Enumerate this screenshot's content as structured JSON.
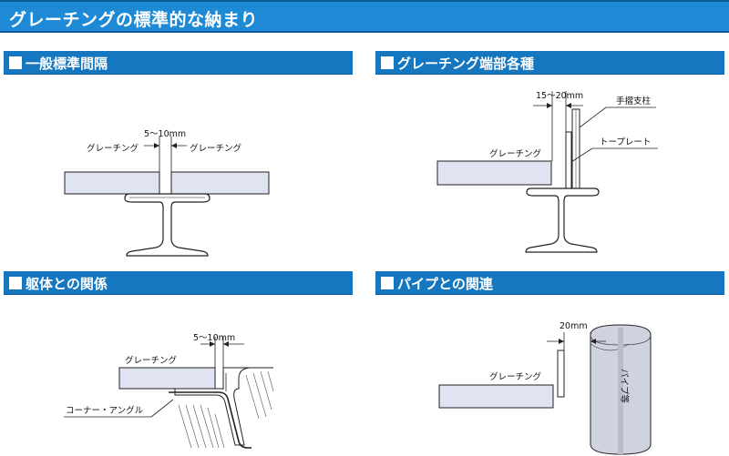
{
  "title": "グレーチングの標準的な納まり",
  "sections": {
    "general": {
      "heading": "一般標準間隔",
      "gap_label": "5～10mm",
      "left_label": "グレーチング",
      "right_label": "グレーチング"
    },
    "ends": {
      "heading": "グレーチング端部各種",
      "gap_label": "15～20mm",
      "post_label": "手摺支柱",
      "toe_plate_label": "トープレート",
      "grating_label": "グレーチング"
    },
    "body": {
      "heading": "躯体との関係",
      "gap_label": "5～10mm",
      "grating_label": "グレーチング",
      "angle_label": "コーナー・アングル"
    },
    "pipe": {
      "heading": "パイプとの関連",
      "gap_label": "20mm",
      "grating_label": "グレーチング",
      "pipe_label": "パイプ等"
    }
  },
  "colors": {
    "header_bg": "#1e8ad6",
    "section_bg": "#1577bf",
    "grating_fill": "#dfe3f2",
    "pipe_fill": "#cfd3e0",
    "steel_fill": "#ffffff"
  }
}
